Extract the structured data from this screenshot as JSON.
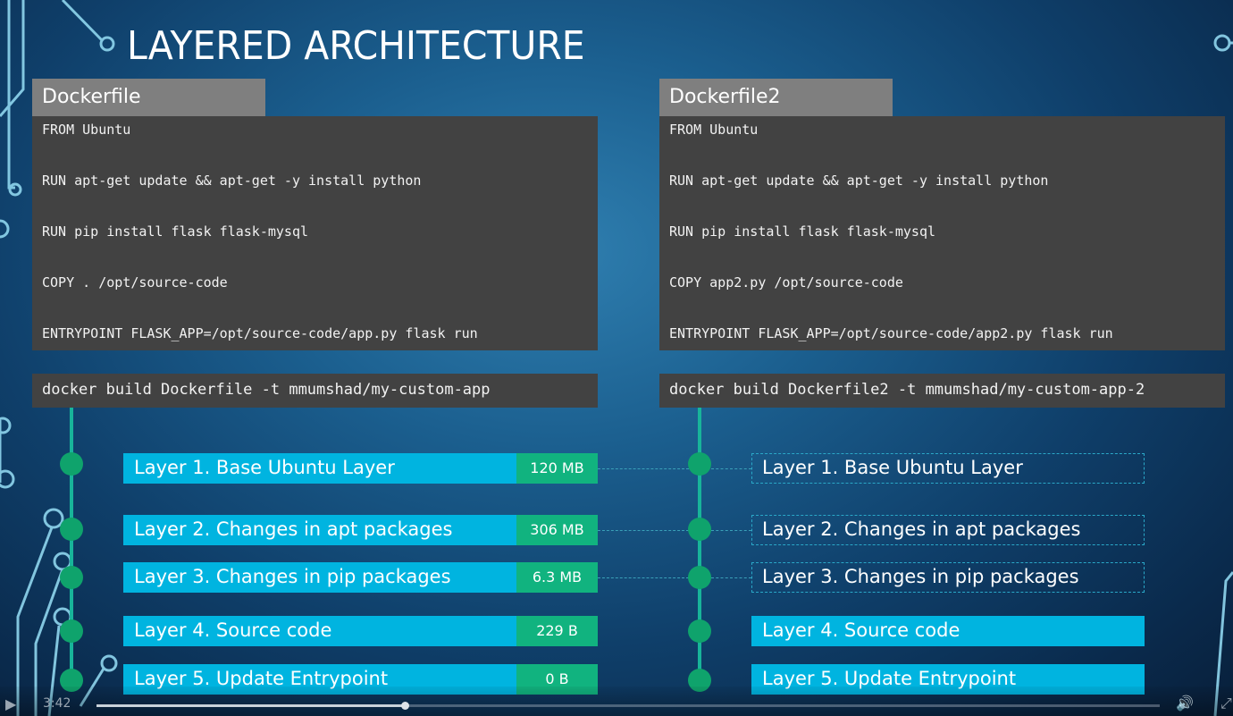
{
  "slide": {
    "title": "LAYERED ARCHITECTURE"
  },
  "left": {
    "tab": "Dockerfile",
    "code": [
      "FROM Ubuntu",
      "RUN apt-get update && apt-get -y install python",
      "RUN pip install flask flask-mysql",
      "COPY . /opt/source-code",
      "ENTRYPOINT FLASK_APP=/opt/source-code/app.py flask run"
    ],
    "command": "docker build Dockerfile -t mmumshad/my-custom-app",
    "layers": [
      {
        "label": "Layer 1. Base Ubuntu Layer",
        "size": "120 MB"
      },
      {
        "label": "Layer 2. Changes in apt packages",
        "size": "306 MB"
      },
      {
        "label": "Layer 3. Changes in pip packages",
        "size": "6.3 MB"
      },
      {
        "label": "Layer 4. Source code",
        "size": "229 B"
      },
      {
        "label": "Layer 5. Update Entrypoint",
        "size": "0 B"
      }
    ]
  },
  "right": {
    "tab": "Dockerfile2",
    "code": [
      "FROM Ubuntu",
      "RUN apt-get update && apt-get -y install python",
      "RUN pip install flask flask-mysql",
      "COPY app2.py /opt/source-code",
      "ENTRYPOINT FLASK_APP=/opt/source-code/app2.py flask run"
    ],
    "command": "docker build Dockerfile2 -t mmumshad/my-custom-app-2",
    "layers": [
      {
        "label": "Layer 1. Base Ubuntu Layer",
        "cached": true
      },
      {
        "label": "Layer 2. Changes in apt packages",
        "cached": true
      },
      {
        "label": "Layer 3. Changes in pip packages",
        "cached": true
      },
      {
        "label": "Layer 4. Source code",
        "cached": false
      },
      {
        "label": "Layer 5. Update Entrypoint",
        "cached": false
      }
    ]
  },
  "player": {
    "time": "3:42",
    "progress": 0.29,
    "icons": [
      "play-icon",
      "volume-icon",
      "fullscreen-icon"
    ]
  },
  "colors": {
    "layer": "#00b4e0",
    "size": "#11b37f",
    "line": "#18b49a",
    "dot": "#0fa36c",
    "code_bg": "#424242",
    "tab_bg": "#7f7f7f"
  }
}
